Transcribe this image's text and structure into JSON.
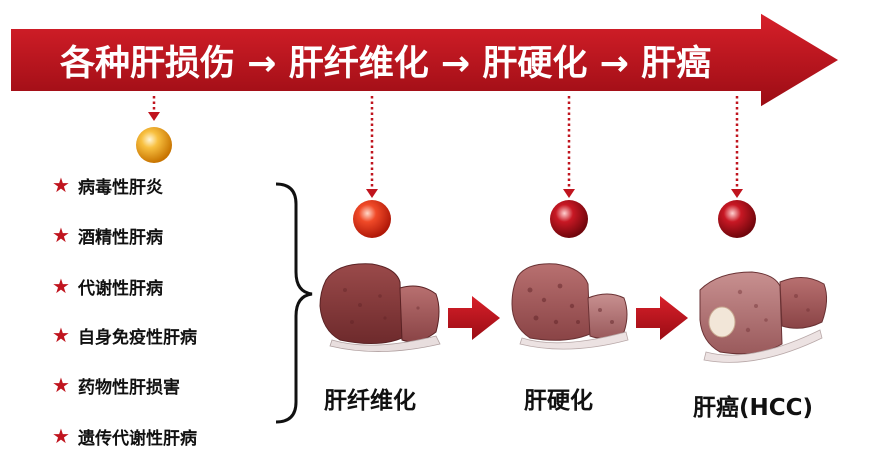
{
  "banner": {
    "title": "各种肝损伤 → 肝纤维化 → 肝硬化 → 肝癌",
    "color": "#c0141e"
  },
  "causes": {
    "items": [
      "病毒性肝炎",
      "酒精性肝病",
      "代谢性肝病",
      "自身免疫性肝病",
      "药物性肝损害",
      "遗传代谢性肝病"
    ],
    "marker_icon": "red-star-icon"
  },
  "stages": [
    {
      "label": "肝纤维化",
      "ball_color": "#e8321e"
    },
    {
      "label": "肝硬化",
      "ball_color": "#c0141e"
    },
    {
      "label": "肝癌(HCC)",
      "ball_color": "#c0141e"
    }
  ],
  "injury_ball_color": "#f2a413",
  "arrow_color": "#c0141e"
}
